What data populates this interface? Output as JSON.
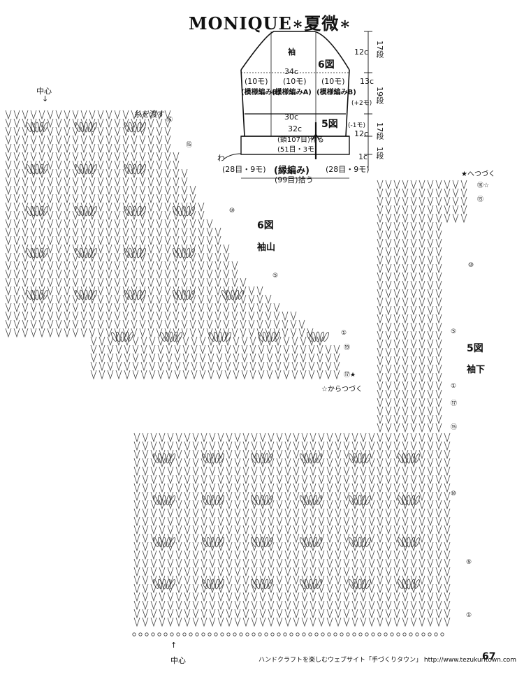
{
  "title": "MONIQUE∗夏微∗",
  "schematic": {
    "sleeve": "袖",
    "fig6": "6図",
    "fig5": "5図",
    "w34": "34c",
    "w30": "30c",
    "w32": "32c",
    "chain_start": "(鎖107目)作る",
    "start_detail": "(51目・3モ)",
    "left_mo": "(10モ)",
    "center_mo": "(10モ)",
    "right_mo": "(10モ)",
    "pattern_b_left": "(模様編みB)",
    "pattern_a": "(模様編みA)",
    "pattern_b_right": "(模様編みB)",
    "wa": "わ",
    "bottom_left": "(28目・9モ)",
    "edging": "(縁編み)",
    "bottom_right": "(28目・9モ)",
    "pickup": "(99目)拾う",
    "h12_top": "12c",
    "rows17_top": "17段",
    "h13": "13c",
    "rows19": "19段",
    "plus2": "(+2モ)",
    "minus1": "(-1モ)",
    "h12_mid": "12c",
    "rows17_mid": "17段",
    "h1": "1c",
    "rows1": "1段"
  },
  "chart6": {
    "center": "中心",
    "carry_yarn": "糸を渡す",
    "fig": "6図",
    "name": "袖山",
    "continue_from": "☆からつづく",
    "row_marks": [
      "⑯",
      "⑮",
      "⑩",
      "⑤",
      "①",
      "⑲",
      "⑰★"
    ]
  },
  "chart5": {
    "continue_to": "★へつづく",
    "fig": "5図",
    "name": "袖下",
    "center": "中心",
    "row_marks_top": [
      "⑯☆",
      "⑮",
      "⑩",
      "⑤",
      "①",
      "⑰",
      "⑮"
    ],
    "row_marks_bottom": [
      "⑩",
      "⑤",
      "①"
    ]
  },
  "footer": {
    "text": "ハンドクラフトを楽しむウェブサイト「手づくりタウン」 http://www.tezukuritown.com",
    "page": "67"
  }
}
